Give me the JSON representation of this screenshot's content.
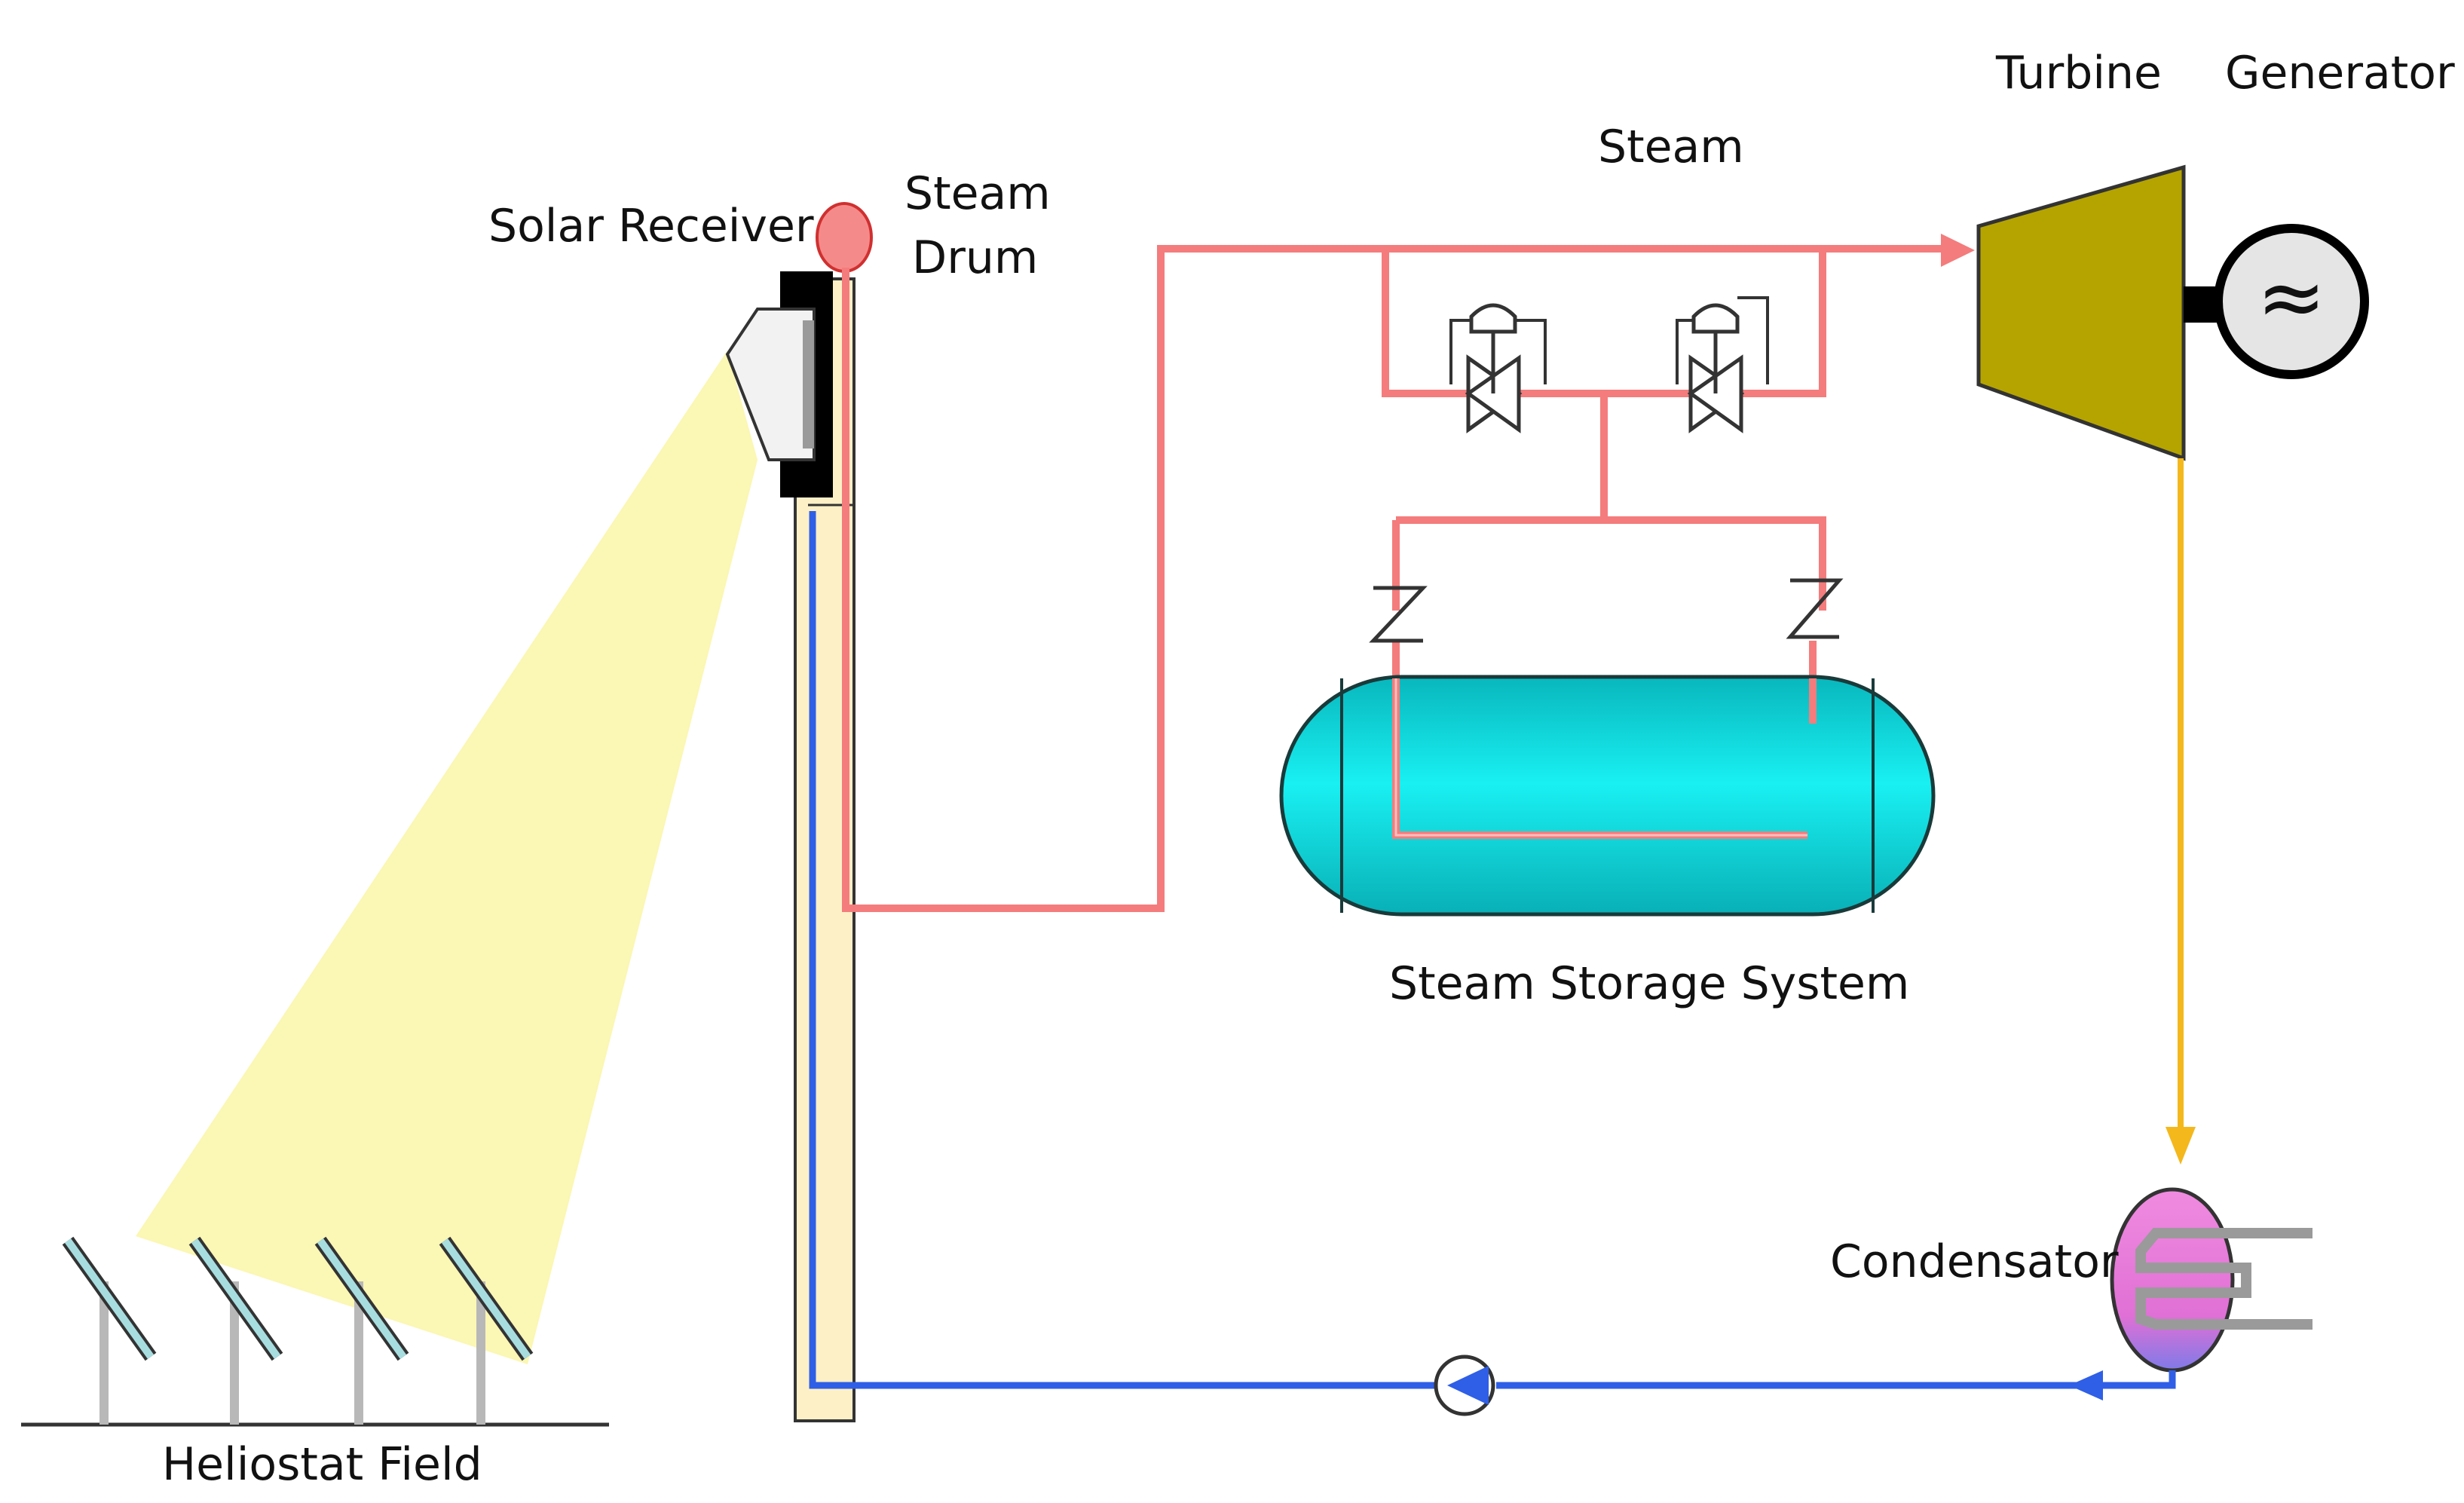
{
  "labels": {
    "solar_receiver": "Solar Receiver",
    "steam_drum_line1": "Steam",
    "steam_drum_line2": "Drum",
    "steam": "Steam",
    "turbine": "Turbine",
    "generator": "Generator",
    "generator_symbol": "≈",
    "steam_storage": "Steam Storage System",
    "condensator": "Condensator",
    "heliostat_field": "Heliostat Field"
  },
  "colors": {
    "steam_line": "#f47c7c",
    "water_line": "#2f5fe6",
    "exhaust_line": "#f4b81c",
    "sun_beam": "#fbf7b4",
    "tower": "#fdf0c6",
    "tank": "#0fd3d8",
    "turbine": "#b5a400",
    "condenser": "#e97bd9",
    "generator": "#e5e5e5",
    "mirror": "#a8dde0"
  }
}
